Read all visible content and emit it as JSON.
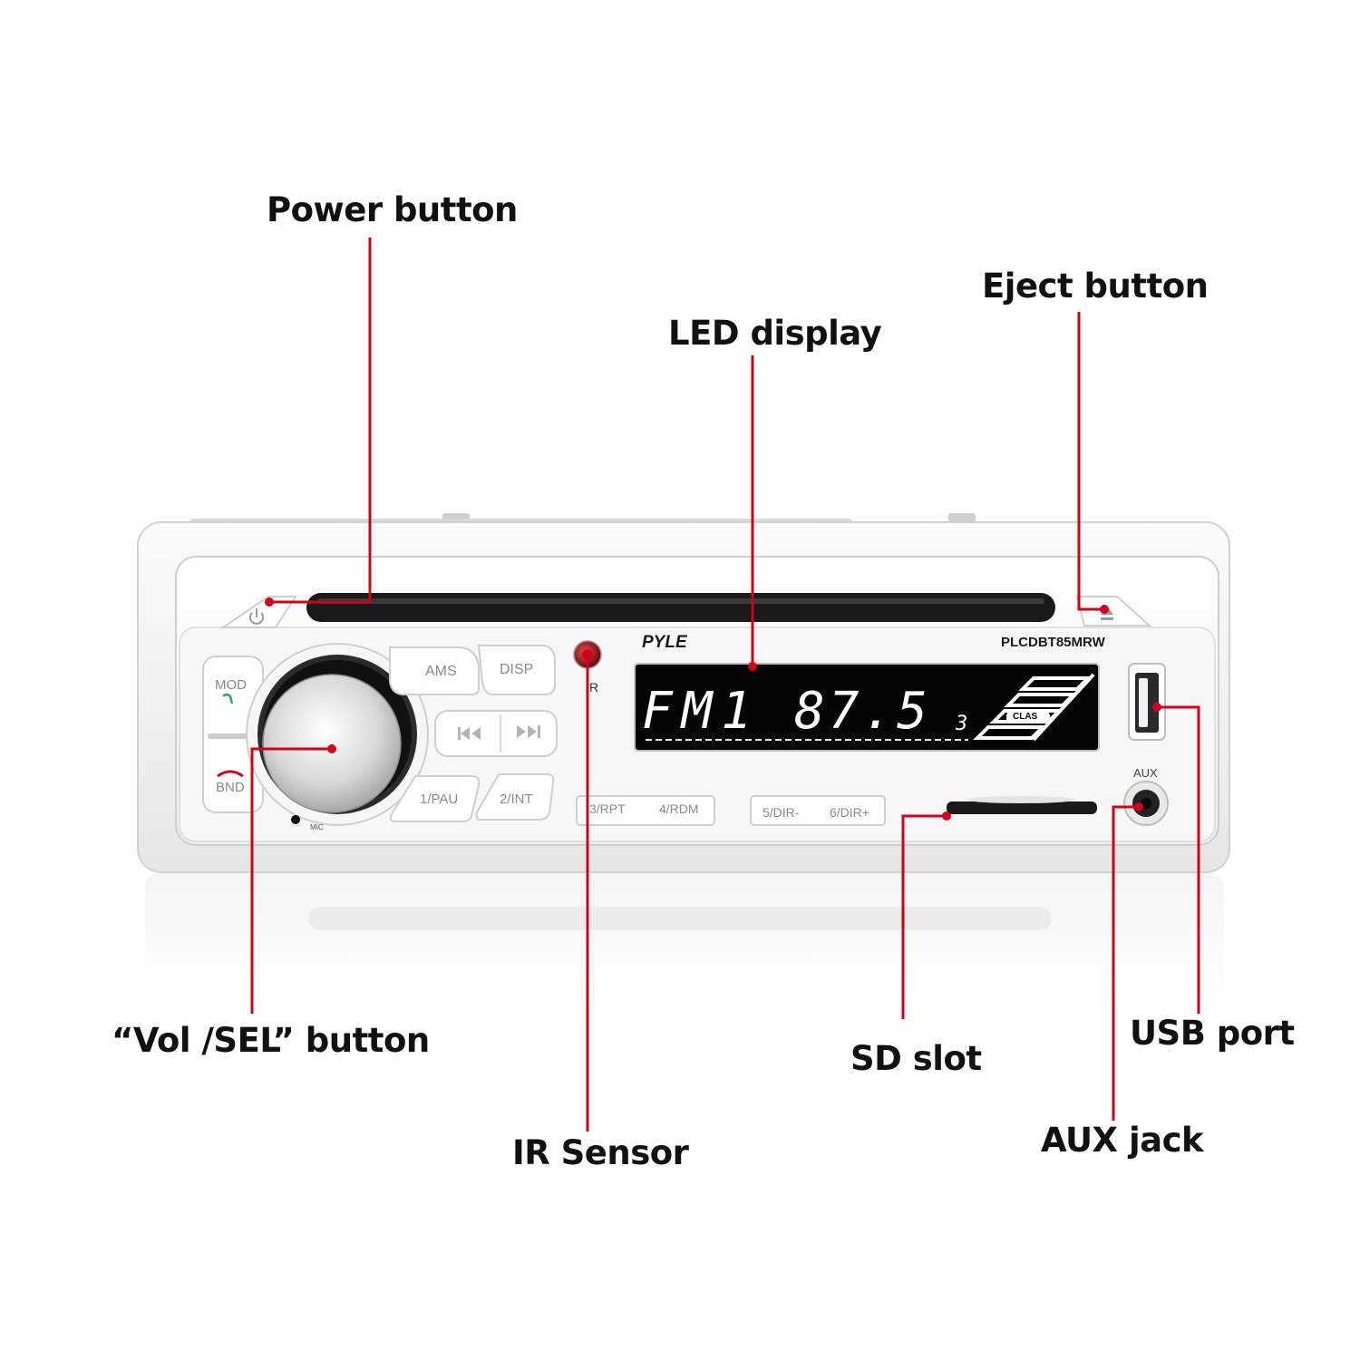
{
  "callouts": {
    "power": "Power button",
    "led": "LED display",
    "eject": "Eject button",
    "vol_sel": "“Vol /SEL” button",
    "ir": "IR Sensor",
    "sd": "SD slot",
    "usb": "USB port",
    "aux_jack": "AUX jack"
  },
  "unit": {
    "brand": "PYLE",
    "model": "PLCDBT85MRW",
    "buttons": {
      "mod": "MOD",
      "bnd": "BND",
      "ams": "AMS",
      "disp": "DISP",
      "pau": "1/PAU",
      "int": "2/INT",
      "rpt": "3/RPT",
      "rdm": "4/RDM",
      "dir_minus": "5/DIR-",
      "dir_plus": "6/DIR+"
    },
    "mic": "MIC",
    "ir_letter": "R",
    "aux": "AUX"
  },
  "display": {
    "band": "FM1",
    "frequency": "87.5",
    "preset": "3",
    "eq": "CLAS"
  },
  "colors": {
    "leader": "#d0021b",
    "label": "#111111",
    "faceplate": "#f4f4f4",
    "lcd_bg": "#050505"
  },
  "icons": [
    "power-icon",
    "eject-icon",
    "phone-answer-icon",
    "phone-hangup-icon",
    "prev-track-icon",
    "next-track-icon",
    "usb-port-icon",
    "aux-jack-icon"
  ]
}
